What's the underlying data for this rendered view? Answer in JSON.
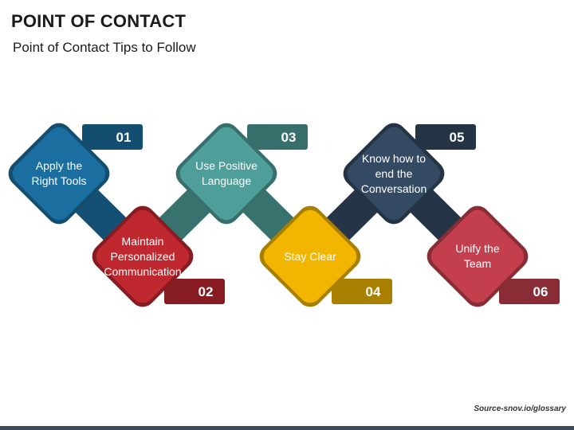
{
  "header": {
    "title": "POINT OF CONTACT",
    "subtitle": "Point of Contact Tips to Follow"
  },
  "steps": [
    {
      "number": "01",
      "label_lines": [
        "Apply the",
        "Right Tools"
      ],
      "color": "#1b6fa0"
    },
    {
      "number": "02",
      "label_lines": [
        "Maintain",
        "Personalized",
        "Communication"
      ],
      "color": "#c0282f"
    },
    {
      "number": "03",
      "label_lines": [
        "Use Positive",
        "Language"
      ],
      "color": "#4e9e9a"
    },
    {
      "number": "04",
      "label_lines": [
        "Stay Clear"
      ],
      "color": "#f2b600"
    },
    {
      "number": "05",
      "label_lines": [
        "Know how to",
        "end the",
        "Conversation"
      ],
      "color": "#344a62"
    },
    {
      "number": "06",
      "label_lines": [
        "Unify the",
        "Team"
      ],
      "color": "#c43f4d"
    }
  ],
  "footer": {
    "source": "Source-snov.io/glossary"
  }
}
